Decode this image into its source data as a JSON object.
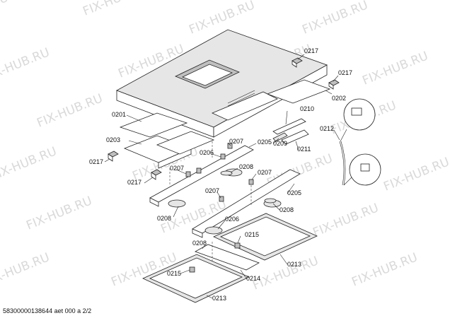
{
  "watermark": "FIX-HUB.RU",
  "footer": "58300000138644 aet 000 a 2/2",
  "parts": {
    "p0201": "0201",
    "p0202": "0202",
    "p0203": "0203",
    "p0205": "0205",
    "p0206": "0206",
    "p0207": "0207",
    "p0208": "0208",
    "p0209": "0209",
    "p0210": "0210",
    "p0211": "0211",
    "p0212": "0212",
    "p0213": "0213",
    "p0214": "0214",
    "p0215": "0215",
    "p0217": "0217"
  }
}
